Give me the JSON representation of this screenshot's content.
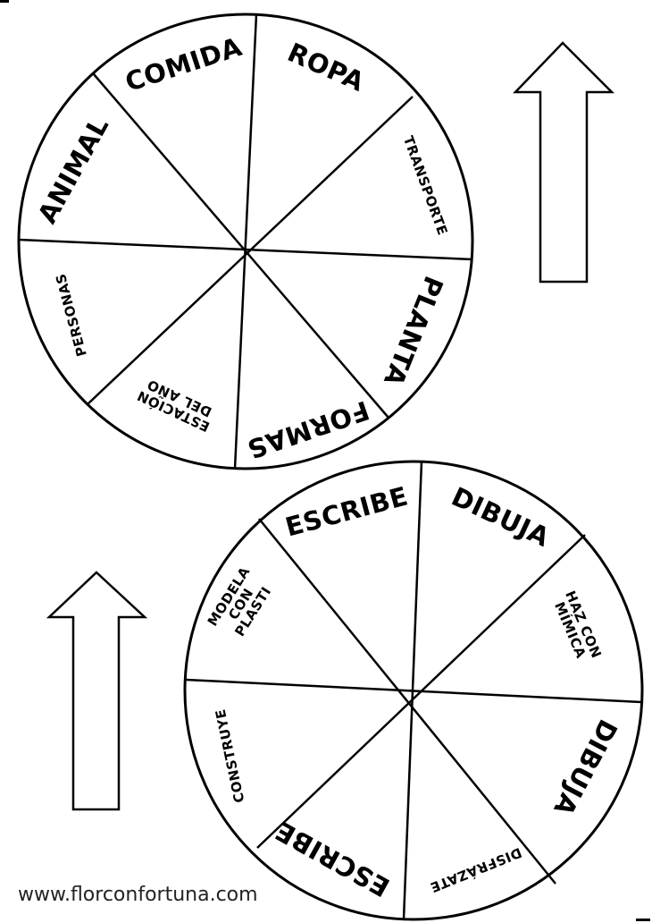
{
  "wheel_top": {
    "labels": [
      "COMIDA",
      "ROPA",
      "TRANSPORTE",
      "PLANTA",
      "FORMAS",
      "ESTACIÓN\nDEL AÑO",
      "PERSONAS",
      "ANIMAL"
    ]
  },
  "wheel_bottom": {
    "labels": [
      "ESCRIBE",
      "DIBUJA",
      "HAZ CON\nMÍMICA",
      "DIBUJA",
      "DISFRÁZATE",
      "ESCRIBE",
      "CONSTRUYE",
      "MODELA\nCON\nPLASTI"
    ]
  },
  "arrows": [
    "arrow-up-icon",
    "arrow-up-icon"
  ],
  "footer": {
    "url": "www.florconfortuna.com"
  },
  "colors": {
    "ink": "#000000",
    "paper": "#ffffff"
  }
}
